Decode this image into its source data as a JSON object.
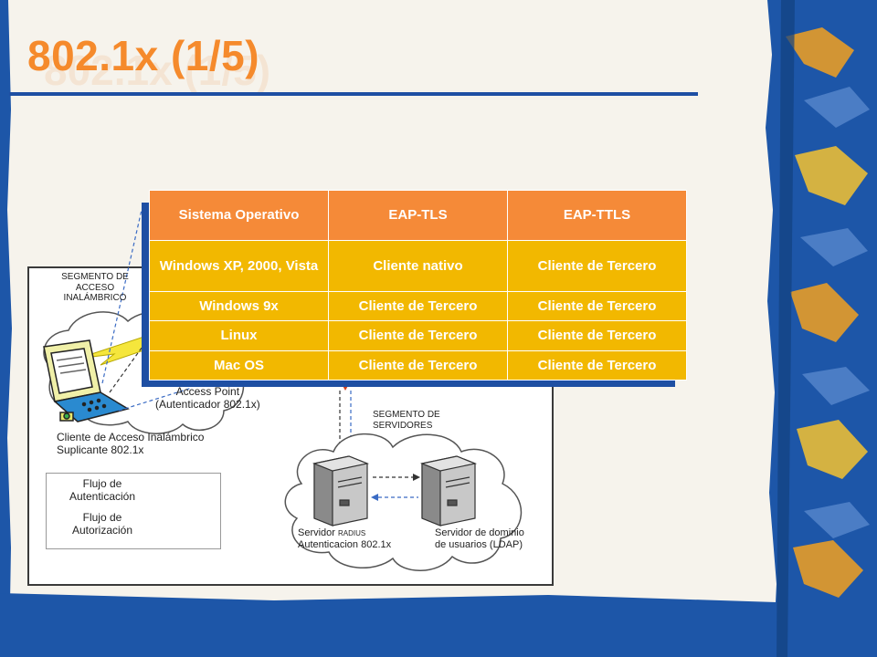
{
  "slide": {
    "title": "802.1x (1/5)",
    "colors": {
      "frame_blue": "#1d56a8",
      "paper": "#f6f3ec",
      "title_orange": "#f58a2c",
      "table_header": "#f58a38",
      "table_body": "#f2b800"
    }
  },
  "diagram": {
    "wireless_segment_label": "SEGMENTO DE ACCESO INALÁMBRICO",
    "access_point_label": "Access Point\n(Autenticador 802.1x)",
    "client_label": "Cliente de Acceso Inalámbrico\nSuplicante 802.1x",
    "server_segment_label": "SEGMENTO DE SERVIDORES",
    "radius_server_prefix": "Servidor",
    "radius_server_small": "RADIUS",
    "radius_server_line2": "Autenticacion 802.1x",
    "ldap_server_label": "Servidor de dominio\nde usuarios (LDAP)",
    "legend": {
      "auth_flow": "Flujo de\nAutenticación",
      "authz_flow": "Flujo de\nAutorización"
    },
    "icons": [
      "laptop-icon",
      "server-icon",
      "cloud-icon",
      "lightning-icon"
    ]
  },
  "table": {
    "headers": [
      "Sistema Operativo",
      "EAP-TLS",
      "EAP-TTLS"
    ],
    "rows": [
      [
        "Windows XP, 2000, Vista",
        "Cliente nativo",
        "Cliente de Tercero"
      ],
      [
        "Windows 9x",
        "Cliente de Tercero",
        "Cliente de Tercero"
      ],
      [
        "Linux",
        "Cliente de Tercero",
        "Cliente de Tercero"
      ],
      [
        "Mac OS",
        "Cliente de Tercero",
        "Cliente de Tercero"
      ]
    ]
  }
}
